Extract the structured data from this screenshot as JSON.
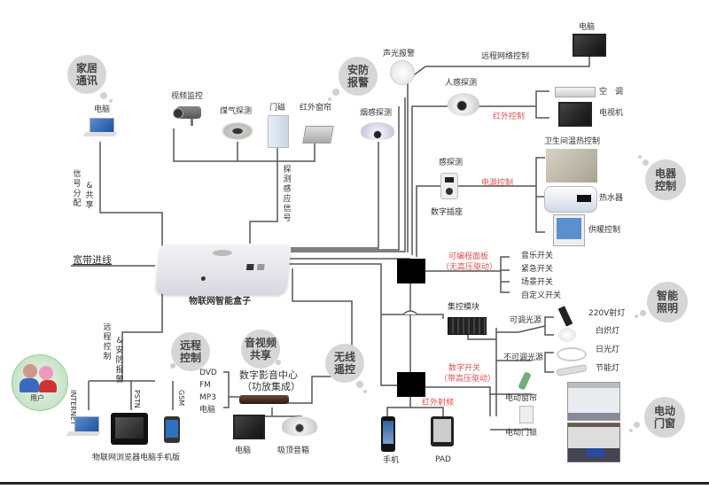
{
  "title": "物联网智能盒子",
  "hub": {
    "label": "物联网智能盒子",
    "input_label": "宽带进线"
  },
  "bubbles": {
    "home_comm": "家居\n通讯",
    "security": "安防\n报警",
    "appliance": "电器\n控制",
    "lighting": "智能\n照明",
    "remote": "远程\n控制",
    "av": "音视频\n共享",
    "wireless": "无线\n遥控",
    "doors": "电动\n门窗"
  },
  "home_comm": {
    "device": "电脑",
    "link_label_a": "信号分配",
    "link_label_b": "&共享"
  },
  "security": {
    "devices": [
      "视频监控",
      "煤气探测",
      "门磁",
      "红外窗帘"
    ],
    "signal_label": "探测感应信号",
    "alarm": "声光报警",
    "smoke": "烟感探测"
  },
  "remote_net": {
    "label": "远程网络控制",
    "device": "电脑"
  },
  "ir": {
    "sensor": "人感探测",
    "label": "红外控制",
    "devices": [
      "空　调",
      "电视机"
    ]
  },
  "power": {
    "sensor": "感探测",
    "socket": "数字插座",
    "label": "电源控制",
    "devices": [
      "卫生间温热控制",
      "热水器",
      "供暖控制"
    ]
  },
  "panel": {
    "label_line1": "可编程面板",
    "label_line2": "（无高压驱动）",
    "switches": [
      "音乐开关",
      "紧急开关",
      "场景开关",
      "自定义开关"
    ]
  },
  "lighting": {
    "module": "集控模块",
    "dimmable": "可调光源",
    "non_dimmable": "不可调光源",
    "lamps": [
      "220V射灯",
      "白炽灯",
      "日光灯",
      "节能灯"
    ]
  },
  "digital_switch": {
    "label_line1": "数字开关",
    "label_line2": "（带高压驱动）",
    "ir_label": "红外射频",
    "curtain": "电动窗帘",
    "door": "电动门锁"
  },
  "mobile": {
    "phone": "手机",
    "pad": "PAD"
  },
  "remote": {
    "label_a": "远程控制",
    "label_b": "&安防报警",
    "channels": [
      "INTERNET",
      "PSTN",
      "GSM"
    ],
    "caption": "物联网浏览器电脑手机版",
    "user": "用户"
  },
  "av": {
    "center_line1": "数字影音中心",
    "center_line2": "（功放集成）",
    "sources": [
      "DVD",
      "FM",
      "MP3",
      "电脑"
    ],
    "outputs": [
      "电脑",
      "吸顶音箱"
    ]
  }
}
